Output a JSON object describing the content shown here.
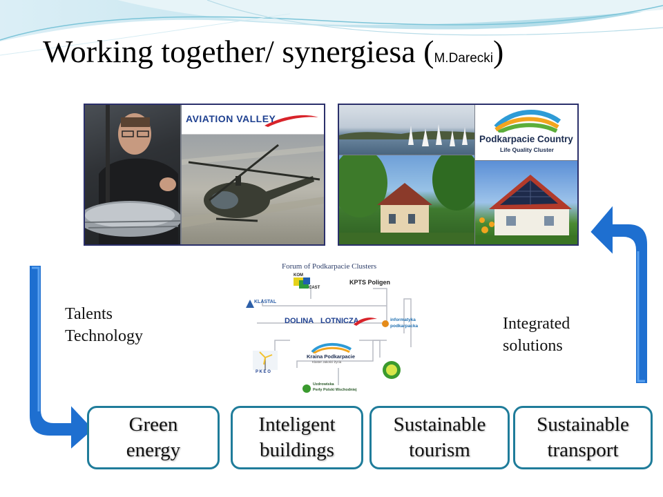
{
  "header": {
    "title_main": "Working together/ synergiesa (",
    "title_author": "M.Darecki",
    "title_close": ")"
  },
  "collage_aviation": {
    "logo_text": "AVIATION VALLEY"
  },
  "collage_country": {
    "logo_line1": "Podkarpacie Country",
    "logo_line2": "Life Quality Cluster"
  },
  "left_label": {
    "line1": "Talents",
    "line2": "Technology"
  },
  "right_label": {
    "line1": "Integrated",
    "line2": "solutions"
  },
  "forum": {
    "title": "Forum of Podkarpacie Clusters",
    "logos": {
      "kom": "KOM",
      "cast": "CAST",
      "kpts": "KPTS Poligen",
      "klastal": "KLASTAL",
      "dolina": "DOLINA",
      "lotnicza": "LOTNICZA",
      "informatyka1": "informatyka",
      "informatyka2": "podkarpacka",
      "kraina1": "Kraina Podkarpacie",
      "kraina2": "Klaster Jakości Życia",
      "pkeo": "P K E O",
      "porty1": "Uzdrowiska",
      "porty2": "Perły Polski Wschodniej"
    }
  },
  "buttons": [
    {
      "line1": "Green",
      "line2": "energy"
    },
    {
      "line1": "Inteligent",
      "line2": "buildings"
    },
    {
      "line1": "Sustainable",
      "line2": "tourism"
    },
    {
      "line1": "Sustainable",
      "line2": "transport"
    }
  ],
  "colors": {
    "arrow_blue": "#1e6fd0",
    "button_border": "#1f7c9a",
    "collage_border": "#2a2f6a"
  }
}
